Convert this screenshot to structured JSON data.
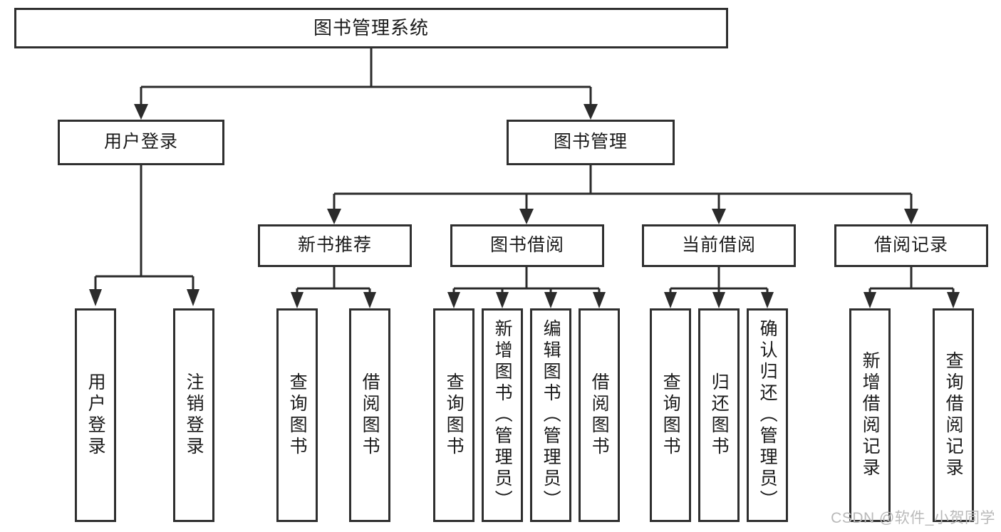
{
  "diagram": {
    "title": "图书管理系统",
    "type": "tree-hierarchy",
    "root": {
      "label": "图书管理系统"
    },
    "level2": [
      {
        "id": "user-login",
        "label": "用户登录"
      },
      {
        "id": "book-manage",
        "label": "图书管理"
      }
    ],
    "level3": [
      {
        "id": "new-book-recommend",
        "label": "新书推荐",
        "parent": "book-manage"
      },
      {
        "id": "book-borrow",
        "label": "图书借阅",
        "parent": "book-manage"
      },
      {
        "id": "current-borrow",
        "label": "当前借阅",
        "parent": "book-manage"
      },
      {
        "id": "borrow-record",
        "label": "借阅记录",
        "parent": "book-manage"
      }
    ],
    "leaves": [
      {
        "id": "leaf-user-login",
        "label": "用户登录",
        "parent": "user-login"
      },
      {
        "id": "leaf-user-logout",
        "label": "注销登录",
        "parent": "user-login"
      },
      {
        "id": "leaf-query-book-1",
        "label": "查询图书",
        "parent": "new-book-recommend"
      },
      {
        "id": "leaf-borrow-book-1",
        "label": "借阅图书",
        "parent": "new-book-recommend"
      },
      {
        "id": "leaf-query-book-2",
        "label": "查询图书",
        "parent": "book-borrow"
      },
      {
        "id": "leaf-add-book",
        "label": "新增图书（管理员）",
        "parent": "book-borrow"
      },
      {
        "id": "leaf-edit-book",
        "label": "编辑图书（管理员）",
        "parent": "book-borrow"
      },
      {
        "id": "leaf-borrow-book-2",
        "label": "借阅图书",
        "parent": "book-borrow"
      },
      {
        "id": "leaf-query-book-3",
        "label": "查询图书",
        "parent": "current-borrow"
      },
      {
        "id": "leaf-return-book",
        "label": "归还图书",
        "parent": "current-borrow"
      },
      {
        "id": "leaf-confirm-return",
        "label": "确认归还（管理员）",
        "parent": "current-borrow"
      },
      {
        "id": "leaf-add-record",
        "label": "新增借阅记录",
        "parent": "borrow-record"
      },
      {
        "id": "leaf-query-record",
        "label": "查询借阅记录",
        "parent": "borrow-record"
      }
    ],
    "colors": {
      "box_border": "#2f2f2f",
      "box_fill": "#ffffff",
      "connector": "#2b2b2b",
      "text": "#1a1a1a",
      "watermark": "#b9b9b9",
      "background": "#ffffff"
    }
  },
  "watermark": {
    "text": "CSDN @软件_小贺同学"
  }
}
